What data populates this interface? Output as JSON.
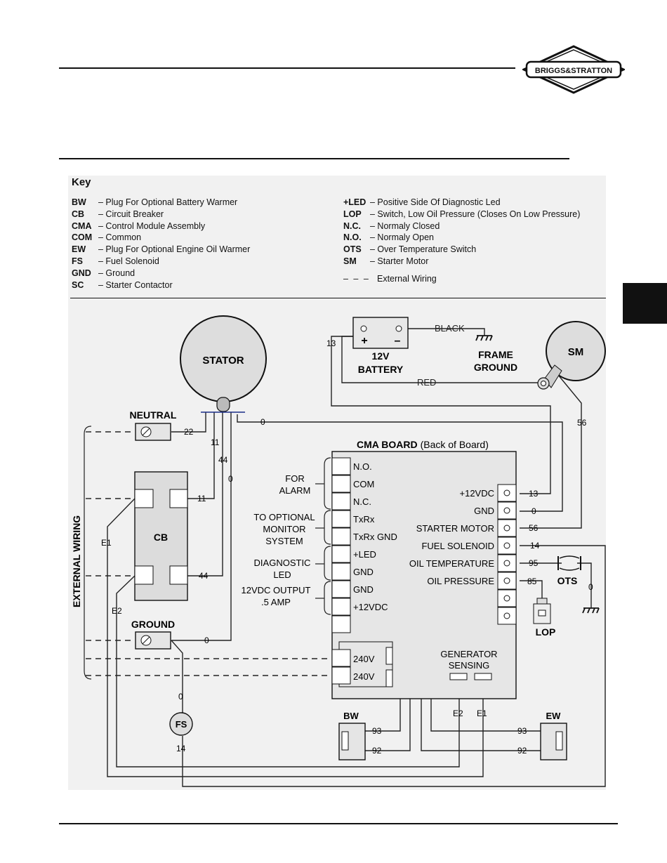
{
  "brand": {
    "logo_text": "BRIGGS&STRATTON"
  },
  "key": {
    "title": "Key",
    "left": [
      {
        "abbr": "BW",
        "desc": "– Plug For Optional Battery Warmer"
      },
      {
        "abbr": "CB",
        "desc": "– Circuit Breaker"
      },
      {
        "abbr": "CMA",
        "desc": "– Control Module Assembly"
      },
      {
        "abbr": "COM",
        "desc": "– Common"
      },
      {
        "abbr": "EW",
        "desc": "– Plug For Optional Engine Oil Warmer"
      },
      {
        "abbr": "FS",
        "desc": "– Fuel Solenoid"
      },
      {
        "abbr": "GND",
        "desc": "– Ground"
      },
      {
        "abbr": "SC",
        "desc": "– Starter Contactor"
      }
    ],
    "right": [
      {
        "abbr": "+LED",
        "desc": "– Positive Side Of Diagnostic Led"
      },
      {
        "abbr": "LOP",
        "desc": "– Switch, Low Oil Pressure (Closes On Low Pressure)"
      },
      {
        "abbr": "N.C.",
        "desc": "– Normaly Closed"
      },
      {
        "abbr": "N.O.",
        "desc": "– Normaly Open"
      },
      {
        "abbr": "OTS",
        "desc": "– Over Temperature Switch"
      },
      {
        "abbr": "SM",
        "desc": "– Starter Motor"
      }
    ],
    "external_wiring": "External Wiring"
  },
  "diagram": {
    "stator": "STATOR",
    "battery": {
      "plus": "+",
      "minus": "–",
      "line1": "12V",
      "line2": "BATTERY"
    },
    "black": "BLACK",
    "red": "RED",
    "frame_ground": {
      "line1": "FRAME",
      "line2": "GROUND"
    },
    "sm": "SM",
    "neutral": "NEUTRAL",
    "ground": "GROUND",
    "cb": "CB",
    "fs": "FS",
    "external_wiring": "EXTERNAL WIRING",
    "cma_title": "CMA BOARD",
    "cma_subtitle": "(Back of Board)",
    "left_terminals": [
      "N.O.",
      "COM",
      "N.C.",
      "TxRx",
      "TxRx GND",
      "+LED",
      "GND",
      "GND",
      "+12VDC"
    ],
    "groups": {
      "alarm": [
        "FOR",
        "ALARM"
      ],
      "monitor": [
        "TO OPTIONAL",
        "MONITOR",
        "SYSTEM"
      ],
      "led": [
        "DIAGNOSTIC",
        "LED"
      ],
      "output": [
        "12VDC OUTPUT",
        ".5 AMP"
      ]
    },
    "right_terminals": [
      "+12VDC",
      "GND",
      "STARTER MOTOR",
      "FUEL SOLENOID",
      "OIL TEMPERATURE",
      "OIL PRESSURE"
    ],
    "v240": "240V",
    "gen_sensing": [
      "GENERATOR",
      "SENSING"
    ],
    "ots": "OTS",
    "lop": "LOP",
    "bw": "BW",
    "ew": "EW",
    "wires": {
      "w13": "13",
      "w0": "0",
      "w56": "56",
      "w14": "14",
      "w95": "95",
      "w85": "85",
      "w22": "22",
      "w11": "11",
      "w44": "44",
      "w93": "93",
      "w92": "92",
      "e1": "E1",
      "e2": "E2"
    }
  }
}
